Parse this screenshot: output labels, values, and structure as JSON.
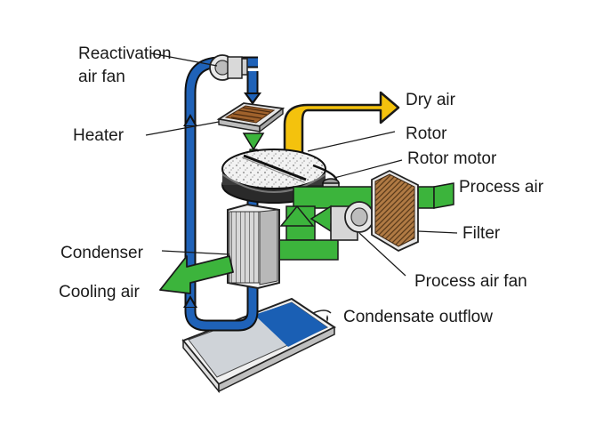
{
  "diagram": {
    "labels": {
      "reactivation_line1": "Reactivation",
      "reactivation_line2": "air fan",
      "heater": "Heater",
      "dry_air": "Dry air",
      "rotor": "Rotor",
      "rotor_motor": "Rotor motor",
      "process_air": "Process air",
      "filter": "Filter",
      "condenser": "Condenser",
      "cooling_air": "Cooling air",
      "process_air_fan": "Process air fan",
      "condensate_outflow": "Condensate outflow"
    },
    "colors": {
      "process_air": "#3cb43c",
      "reactivation_air": "#1f62b8",
      "dry_air": "#f4c20d",
      "filter": "#8a5a2b",
      "condensate": "#1a5fb4"
    }
  }
}
